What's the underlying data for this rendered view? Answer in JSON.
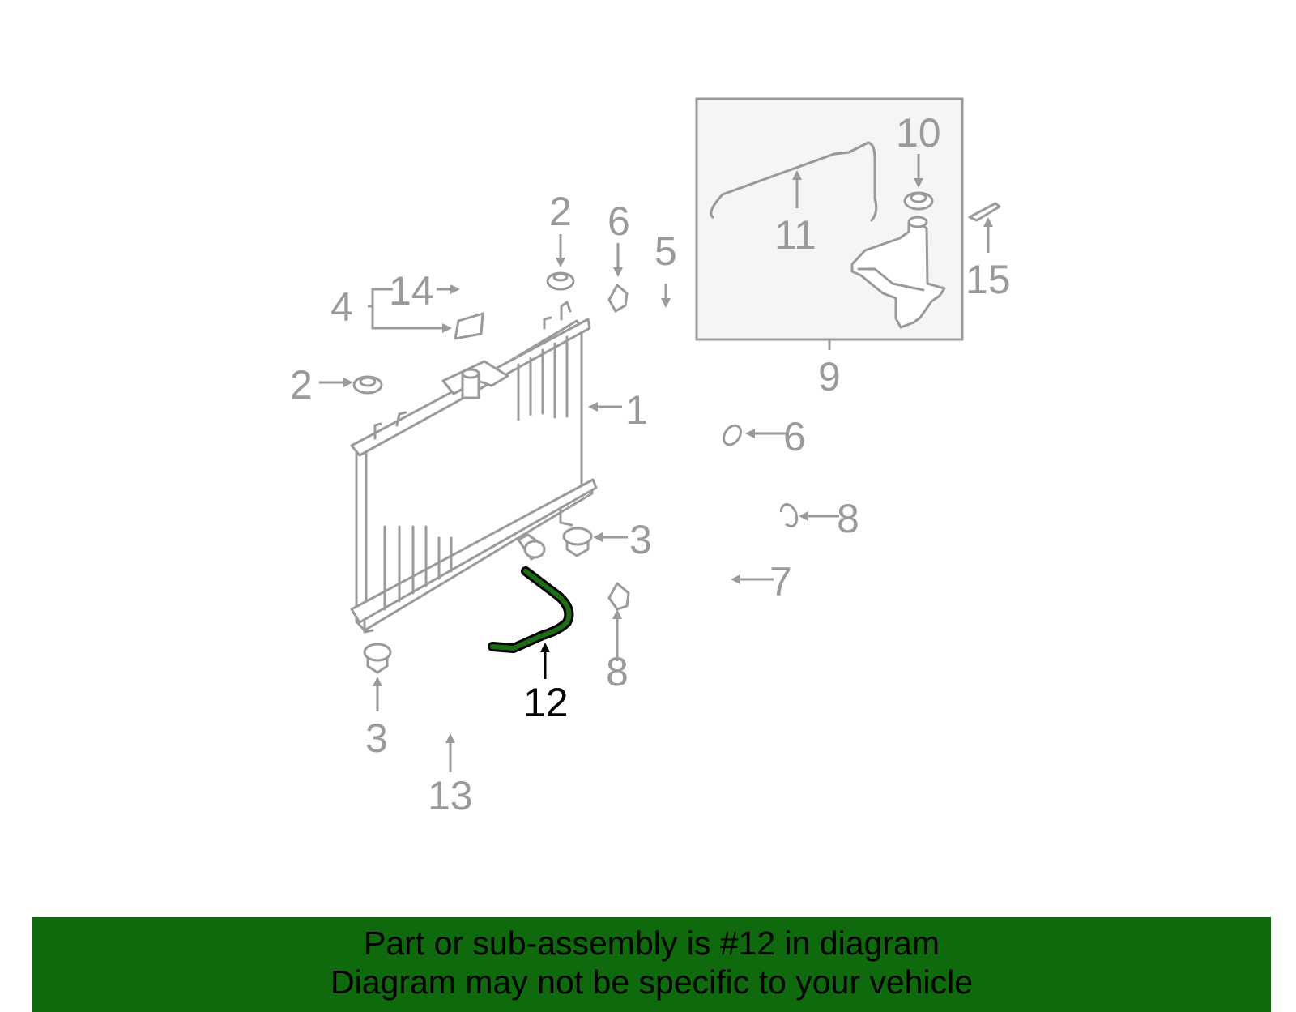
{
  "diagram": {
    "callouts": [
      {
        "id": "1",
        "label": "1"
      },
      {
        "id": "2a",
        "label": "2"
      },
      {
        "id": "2b",
        "label": "2"
      },
      {
        "id": "3a",
        "label": "3"
      },
      {
        "id": "3b",
        "label": "3"
      },
      {
        "id": "4",
        "label": "4"
      },
      {
        "id": "5",
        "label": "5"
      },
      {
        "id": "6a",
        "label": "6"
      },
      {
        "id": "6b",
        "label": "6"
      },
      {
        "id": "7",
        "label": "7"
      },
      {
        "id": "8a",
        "label": "8"
      },
      {
        "id": "8b",
        "label": "8"
      },
      {
        "id": "9",
        "label": "9"
      },
      {
        "id": "10",
        "label": "10"
      },
      {
        "id": "11",
        "label": "11"
      },
      {
        "id": "12",
        "label": "12"
      },
      {
        "id": "13",
        "label": "13"
      },
      {
        "id": "14",
        "label": "14"
      },
      {
        "id": "15",
        "label": "15"
      }
    ],
    "highlighted_part": "12",
    "colors": {
      "part_gray": "#9a9a9a",
      "highlight_green": "#1e6b16",
      "banner_green": "#0f6a0d"
    }
  },
  "banner": {
    "line1": "Part or sub-assembly is #12 in diagram",
    "line2": "Diagram may not be specific to your vehicle"
  }
}
